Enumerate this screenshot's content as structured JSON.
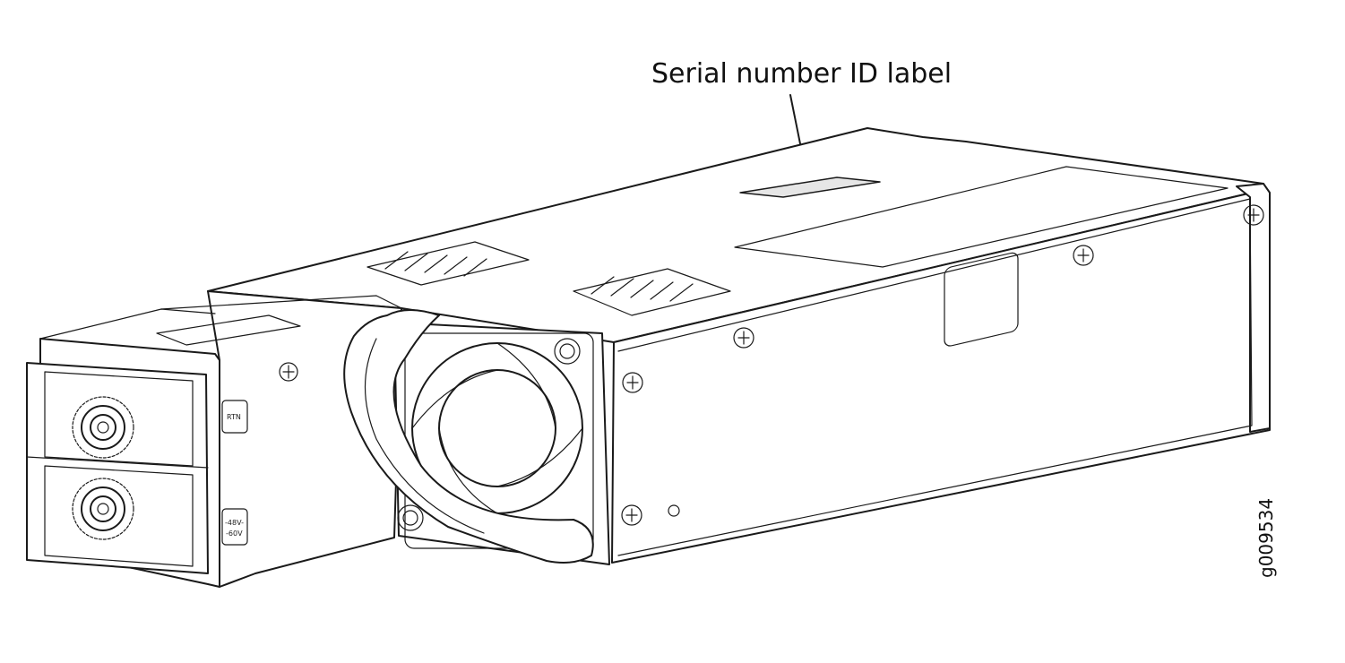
{
  "callout": {
    "label": "Serial number ID label"
  },
  "figure_id": "g009534",
  "terminals": {
    "top_label": "RTN",
    "bottom_label_line1": "-48V-",
    "bottom_label_line2": "-60V"
  },
  "colors": {
    "line": "#1a1a1a",
    "label_fill": "#e6e6e6",
    "background": "#ffffff"
  }
}
